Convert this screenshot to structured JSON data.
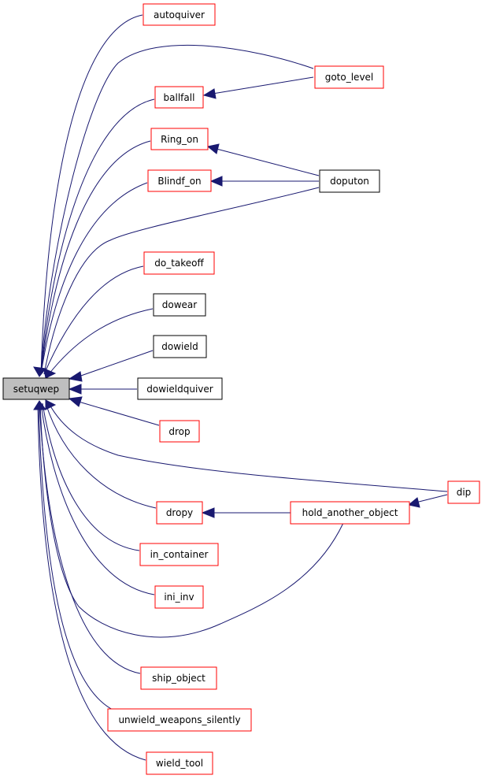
{
  "colors": {
    "edge": "#191970",
    "node_border_default": "#ff0000",
    "node_border_complete": "#000000",
    "root_fill": "#bfbfbf",
    "background": "#ffffff"
  },
  "nodes": {
    "setuqwep": {
      "label": "setuqwep",
      "kind": "root"
    },
    "autoquiver": {
      "label": "autoquiver",
      "kind": "red"
    },
    "goto_level": {
      "label": "goto_level",
      "kind": "red"
    },
    "ballfall": {
      "label": "ballfall",
      "kind": "red"
    },
    "ring_on": {
      "label": "Ring_on",
      "kind": "red"
    },
    "doputon": {
      "label": "doputon",
      "kind": "black"
    },
    "blindf_on": {
      "label": "Blindf_on",
      "kind": "red"
    },
    "do_takeoff": {
      "label": "do_takeoff",
      "kind": "red"
    },
    "dowear": {
      "label": "dowear",
      "kind": "black"
    },
    "dowield": {
      "label": "dowield",
      "kind": "black"
    },
    "dowieldquiver": {
      "label": "dowieldquiver",
      "kind": "black"
    },
    "drop": {
      "label": "drop",
      "kind": "red"
    },
    "dip": {
      "label": "dip",
      "kind": "red"
    },
    "dropy": {
      "label": "dropy",
      "kind": "red"
    },
    "hold_another_object": {
      "label": "hold_another_object",
      "kind": "red"
    },
    "in_container": {
      "label": "in_container",
      "kind": "red"
    },
    "ini_inv": {
      "label": "ini_inv",
      "kind": "red"
    },
    "ship_object": {
      "label": "ship_object",
      "kind": "red"
    },
    "unwield_weapons_silently": {
      "label": "unwield_weapons_silently",
      "kind": "red"
    },
    "wield_tool": {
      "label": "wield_tool",
      "kind": "red"
    }
  },
  "edges": [
    {
      "from": "autoquiver",
      "to": "setuqwep"
    },
    {
      "from": "goto_level",
      "to": "setuqwep"
    },
    {
      "from": "ballfall",
      "to": "setuqwep"
    },
    {
      "from": "goto_level",
      "to": "ballfall"
    },
    {
      "from": "ring_on",
      "to": "setuqwep"
    },
    {
      "from": "doputon",
      "to": "ring_on"
    },
    {
      "from": "blindf_on",
      "to": "setuqwep"
    },
    {
      "from": "doputon",
      "to": "blindf_on"
    },
    {
      "from": "doputon",
      "to": "setuqwep"
    },
    {
      "from": "do_takeoff",
      "to": "setuqwep"
    },
    {
      "from": "dowear",
      "to": "setuqwep"
    },
    {
      "from": "dowield",
      "to": "setuqwep"
    },
    {
      "from": "dowieldquiver",
      "to": "setuqwep"
    },
    {
      "from": "drop",
      "to": "setuqwep"
    },
    {
      "from": "dip",
      "to": "setuqwep"
    },
    {
      "from": "dropy",
      "to": "setuqwep"
    },
    {
      "from": "hold_another_object",
      "to": "dropy"
    },
    {
      "from": "dip",
      "to": "hold_another_object"
    },
    {
      "from": "in_container",
      "to": "setuqwep"
    },
    {
      "from": "ini_inv",
      "to": "setuqwep"
    },
    {
      "from": "hold_another_object",
      "to": "setuqwep"
    },
    {
      "from": "ship_object",
      "to": "setuqwep"
    },
    {
      "from": "unwield_weapons_silently",
      "to": "setuqwep"
    },
    {
      "from": "wield_tool",
      "to": "setuqwep"
    }
  ]
}
